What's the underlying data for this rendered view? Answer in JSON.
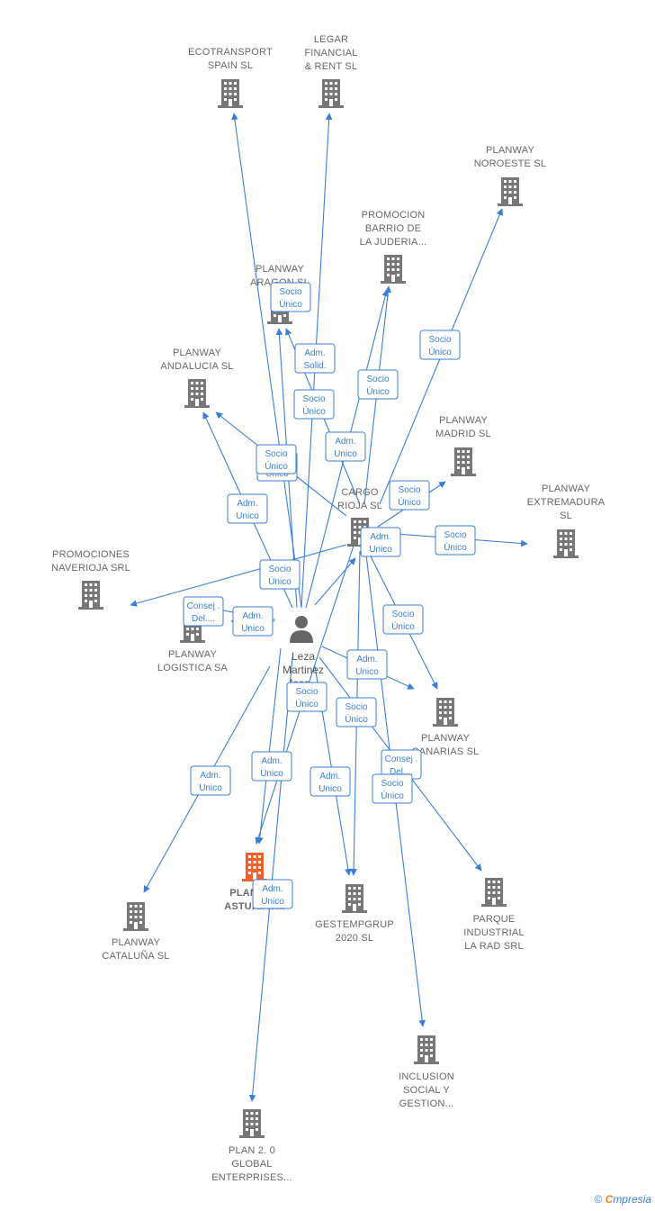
{
  "colors": {
    "edge": "#3a7fd5",
    "building": "#777777",
    "building_highlight": "#f0622a",
    "label": "#666666"
  },
  "center": {
    "name_lines": [
      "Leza",
      "Martinez",
      "Jose..."
    ],
    "icon": "person-icon"
  },
  "hub": {
    "name_lines": [
      "CARGO",
      "RIOJA SL"
    ],
    "icon": "building-icon"
  },
  "companies": [
    {
      "id": "ecotransport",
      "lines": [
        "ECOTRANSPORT",
        "SPAIN  SL"
      ],
      "highlight": false
    },
    {
      "id": "legar",
      "lines": [
        "LEGAR",
        "FINANCIAL",
        "& RENT  SL"
      ],
      "highlight": false
    },
    {
      "id": "noroeste",
      "lines": [
        "PLANWAY",
        "NOROESTE SL"
      ],
      "highlight": false
    },
    {
      "id": "judeteria",
      "lines": [
        "PROMOCION",
        "BARRIO DE",
        "LA JUDERIA..."
      ],
      "highlight": false
    },
    {
      "id": "aragon",
      "lines": [
        "PLANWAY",
        "ARAGON  SL"
      ],
      "highlight": false
    },
    {
      "id": "andalucia",
      "lines": [
        "PLANWAY",
        "ANDALUCIA  SL"
      ],
      "highlight": false
    },
    {
      "id": "madrid",
      "lines": [
        "PLANWAY",
        "MADRID  SL"
      ],
      "highlight": false
    },
    {
      "id": "extremadura",
      "lines": [
        "PLANWAY",
        "EXTREMADURA",
        "SL"
      ],
      "highlight": false
    },
    {
      "id": "naverioja",
      "lines": [
        "PROMOCIONES",
        "NAVERIOJA SRL"
      ],
      "highlight": false
    },
    {
      "id": "logistica",
      "lines": [
        "PLANWAY",
        "LOGISTICA SA"
      ],
      "highlight": false
    },
    {
      "id": "canarias",
      "lines": [
        "PLANWAY",
        "CANARIAS  SL"
      ],
      "highlight": false
    },
    {
      "id": "asturias",
      "lines": [
        "PLANWAY",
        "ASTURIAS..."
      ],
      "highlight": true
    },
    {
      "id": "gestemp",
      "lines": [
        "GESTEMPGRUP",
        "2020  SL"
      ],
      "highlight": false
    },
    {
      "id": "larad",
      "lines": [
        "PARQUE",
        "INDUSTRIAL",
        "LA RAD SRL"
      ],
      "highlight": false
    },
    {
      "id": "cataluna",
      "lines": [
        "PLANWAY",
        "CATALUÑA  SL"
      ],
      "highlight": false
    },
    {
      "id": "inclusion",
      "lines": [
        "INCLUSION",
        "SOCIAL Y",
        "GESTION..."
      ],
      "highlight": false
    },
    {
      "id": "plan20",
      "lines": [
        "PLAN 2. 0",
        "GLOBAL",
        "ENTERPRISES..."
      ],
      "highlight": false
    }
  ],
  "edges": [
    {
      "from": "center",
      "to": "ecotransport",
      "label": [
        "Adm.",
        "Solid."
      ]
    },
    {
      "from": "center",
      "to": "legar",
      "label": [
        "Socio",
        "Único"
      ]
    },
    {
      "from": "hub",
      "to": "noroeste",
      "label": [
        "Socio",
        "Único"
      ]
    },
    {
      "from": "hub",
      "to": "judeteria",
      "label": [
        "Socio",
        "Único"
      ]
    },
    {
      "from": "center",
      "to": "judeteria",
      "label": [
        "Adm.",
        "Unico"
      ]
    },
    {
      "from": "hub",
      "to": "aragon",
      "label": [
        "Socio",
        "Único"
      ]
    },
    {
      "from": "center",
      "to": "aragon",
      "label": [
        "Socio",
        "Único"
      ]
    },
    {
      "from": "center",
      "to": "andalucia",
      "label": [
        "Adm.",
        "Unico"
      ]
    },
    {
      "from": "hub",
      "to": "andalucia",
      "label": [
        "Socio",
        "Único"
      ]
    },
    {
      "from": "hub",
      "to": "madrid",
      "label": [
        "Socio",
        "Único"
      ]
    },
    {
      "from": "hub",
      "to": "extremadura",
      "label": [
        "Socio",
        "Único"
      ]
    },
    {
      "from": "hub",
      "to": "naverioja",
      "label": [
        "Socio",
        "Único"
      ]
    },
    {
      "from": "center",
      "to": "naverioja",
      "label": [
        "Consej .",
        "Del...."
      ]
    },
    {
      "from": "center",
      "to": "logistica",
      "label": [
        "Adm.",
        "Unico"
      ]
    },
    {
      "from": "hub",
      "to": "canarias",
      "label": [
        "Socio",
        "Único"
      ]
    },
    {
      "from": "center",
      "to": "canarias",
      "label": [
        "Adm.",
        "Unico"
      ]
    },
    {
      "from": "center",
      "to": "asturias",
      "label": [
        "Adm.",
        "Unico"
      ]
    },
    {
      "from": "hub",
      "to": "asturias",
      "label": [
        "Socio",
        "Único"
      ]
    },
    {
      "from": "center",
      "to": "gestemp",
      "label": [
        "Adm.",
        "Unico"
      ]
    },
    {
      "from": "hub",
      "to": "gestemp",
      "label": [
        "Socio",
        "Único"
      ]
    },
    {
      "from": "center",
      "to": "larad",
      "label": [
        "Consej .",
        "Del...."
      ]
    },
    {
      "from": "hub",
      "to": "inclusion",
      "label": [
        "Socio",
        "Único"
      ]
    },
    {
      "from": "center",
      "to": "cataluna",
      "label": [
        "Adm.",
        "Unico"
      ]
    },
    {
      "from": "center",
      "to": "plan20",
      "label": [
        "Adm.",
        "Unico"
      ]
    },
    {
      "from": "center",
      "to": "hub",
      "label": [
        "Adm.",
        "Unico"
      ]
    }
  ],
  "footer": {
    "copyright": "©",
    "brand_first": "C",
    "brand_rest": "mpresia"
  }
}
